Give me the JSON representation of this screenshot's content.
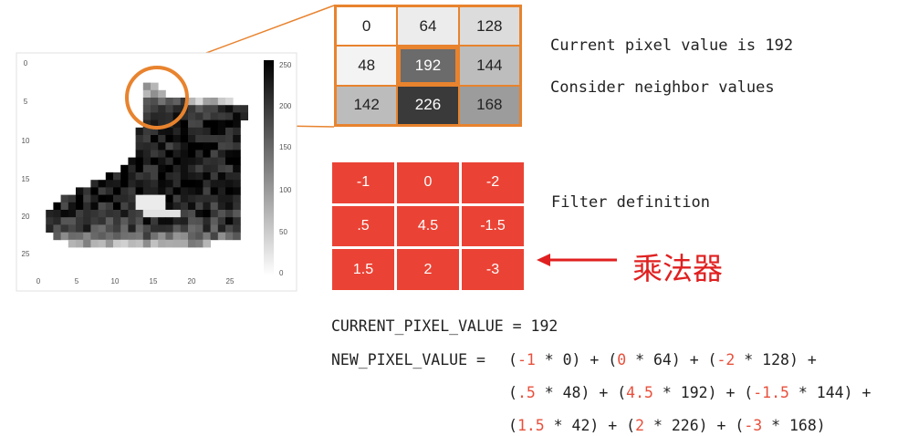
{
  "colors": {
    "accent": "#e8832e",
    "filter": "#ea4335",
    "coef": "#e8503c",
    "arrow": "#e02020"
  },
  "boot_plot": {
    "y_ticks": [
      "0",
      "5",
      "10",
      "15",
      "20",
      "25"
    ],
    "x_ticks": [
      "0",
      "5",
      "10",
      "15",
      "20",
      "25"
    ],
    "colorbar_ticks": [
      "250",
      "200",
      "150",
      "100",
      "50",
      "0"
    ]
  },
  "pixels": [
    {
      "v": "0",
      "bg": "#ffffff",
      "fg": "#222"
    },
    {
      "v": "64",
      "bg": "#ececec",
      "fg": "#222"
    },
    {
      "v": "128",
      "bg": "#dcdcdc",
      "fg": "#222"
    },
    {
      "v": "48",
      "bg": "#f3f3f3",
      "fg": "#222"
    },
    {
      "v": "192",
      "bg": "#6b6b6b",
      "fg": "#ffffff"
    },
    {
      "v": "144",
      "bg": "#bdbdbd",
      "fg": "#222"
    },
    {
      "v": "142",
      "bg": "#bcbcbc",
      "fg": "#222"
    },
    {
      "v": "226",
      "bg": "#3a3a3a",
      "fg": "#ffffff"
    },
    {
      "v": "168",
      "bg": "#9c9c9c",
      "fg": "#222"
    }
  ],
  "labels": {
    "current_pixel": "Current pixel value is 192",
    "neighbors": "Consider neighbor values",
    "filter_def": "Filter definition",
    "multiplier": "乘法器"
  },
  "filter": [
    "-1",
    "0",
    "-2",
    ".5",
    "4.5",
    "-1.5",
    "1.5",
    "2",
    "-3"
  ],
  "formula": {
    "line0": "CURRENT_PIXEL_VALUE = 192",
    "prefix": "NEW_PIXEL_VALUE = ",
    "lines": [
      [
        {
          "t": "("
        },
        {
          "t": "-1",
          "c": true
        },
        {
          "t": " * 0) + ("
        },
        {
          "t": "0",
          "c": true
        },
        {
          "t": " * 64) + ("
        },
        {
          "t": "-2",
          "c": true
        },
        {
          "t": " * 128) +"
        }
      ],
      [
        {
          "t": "("
        },
        {
          "t": ".5",
          "c": true
        },
        {
          "t": " * 48) + ("
        },
        {
          "t": "4.5",
          "c": true
        },
        {
          "t": " * 192) + ("
        },
        {
          "t": "-1.5",
          "c": true
        },
        {
          "t": " * 144) +"
        }
      ],
      [
        {
          "t": "("
        },
        {
          "t": "1.5",
          "c": true
        },
        {
          "t": " * 42) + ("
        },
        {
          "t": "2",
          "c": true
        },
        {
          "t": " * 226) + ("
        },
        {
          "t": "-3",
          "c": true
        },
        {
          "t": " * 168)"
        }
      ]
    ]
  }
}
